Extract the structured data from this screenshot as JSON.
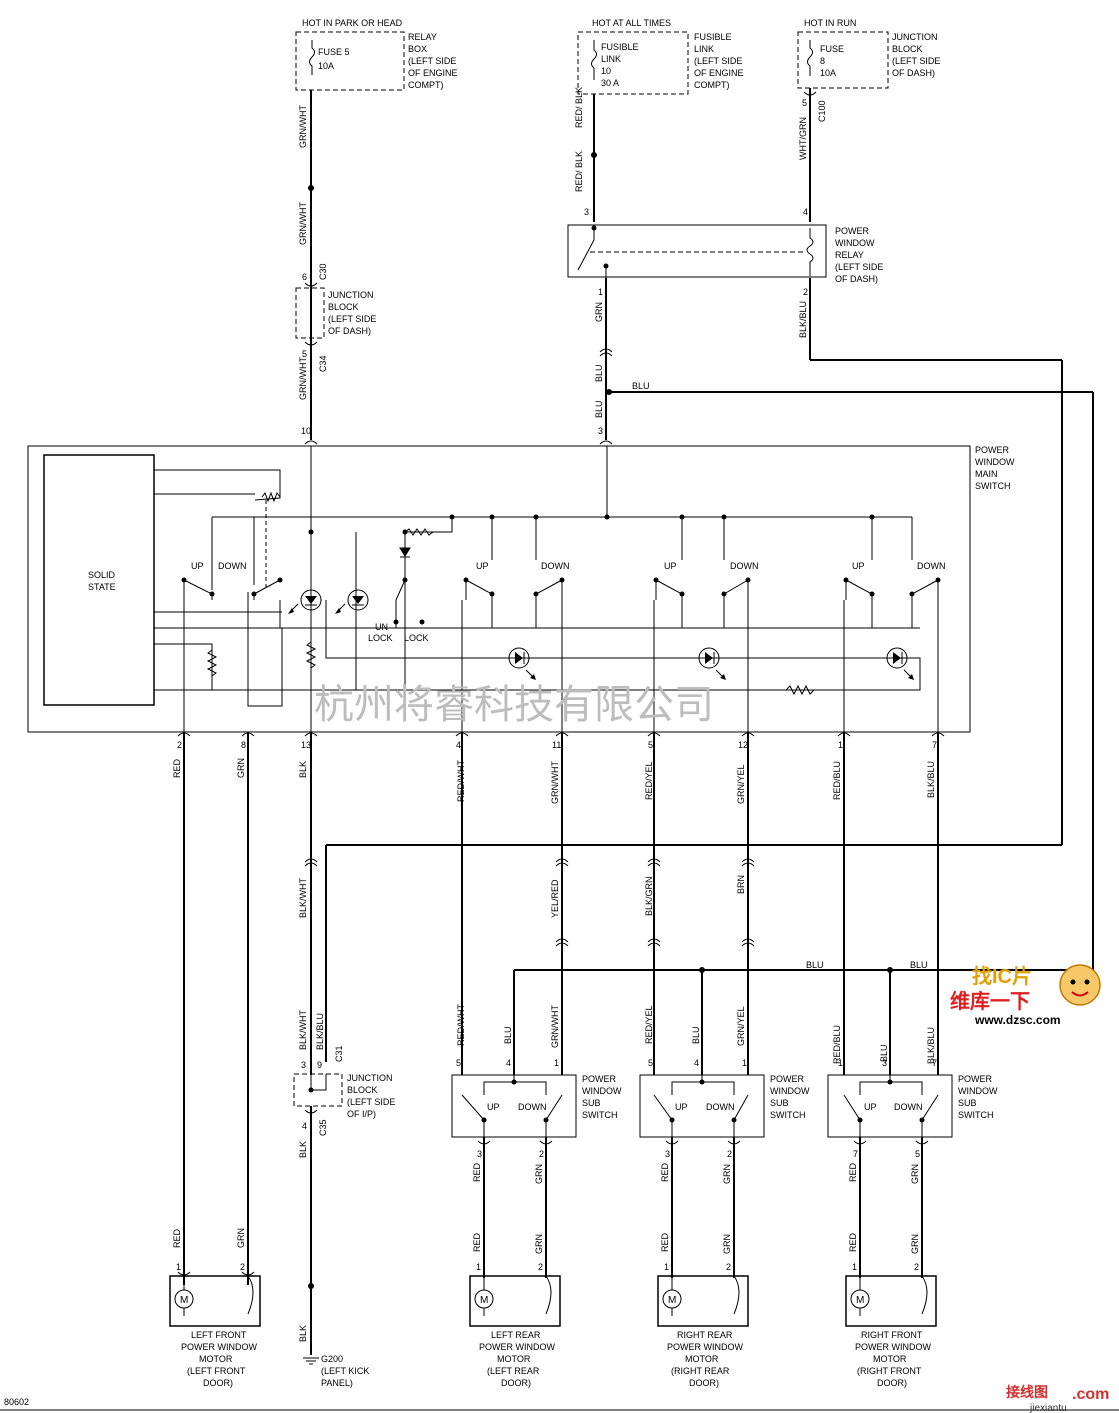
{
  "sources": {
    "park_head": "HOT IN PARK OR HEAD",
    "at_all_times": "HOT AT ALL TIMES",
    "in_run": "HOT IN RUN"
  },
  "fuses": {
    "fuse5": [
      "FUSE 5",
      "10A"
    ],
    "fusible": [
      "FUSIBLE",
      "LINK",
      "10",
      "30 A"
    ],
    "fuse8": [
      "FUSE",
      "8",
      "10A"
    ]
  },
  "locations": {
    "relay_box": [
      "RELAY",
      "BOX",
      "(LEFT SIDE",
      "OF ENGINE",
      "COMPT)"
    ],
    "fusible_loc": [
      "LINK",
      "(LEFT SIDE",
      "OF ENGINE",
      "COMPT)"
    ],
    "jb_dash_top": [
      "JUNCTION",
      "BLOCK",
      "(LEFT SIDE",
      "OF DASH)"
    ],
    "jb_dash_mid": [
      "JUNCTION",
      "BLOCK",
      "(LEFT SIDE",
      "OF DASH)"
    ],
    "relay": [
      "POWER",
      "WINDOW",
      "RELAY",
      "(LEFT SIDE",
      "OF DASH)"
    ],
    "main_switch": [
      "POWER",
      "WINDOW",
      "MAIN",
      "SWITCH"
    ],
    "jb_ip": [
      "JUNCTION",
      "BLOCK",
      "(LEFT SIDE",
      "OF I/P)"
    ],
    "sub_switch": [
      "POWER",
      "WINDOW",
      "SUB",
      "SWITCH"
    ]
  },
  "wires": {
    "grn_wht": "GRN/WHT",
    "red_blk": "RED/ BLK",
    "red_blk2": "RED/ BLK",
    "wht_grn": "WHT/GRN",
    "grn": "GRN",
    "blk_blu": "BLK/BLU",
    "blu": "BLU",
    "red": "RED",
    "blk": "BLK",
    "red_wht": "RED/WHT",
    "grn_wht2": "GRN/WHT",
    "red_yel": "RED/YEL",
    "grn_yel": "GRN/YEL",
    "red_blu": "RED/BLU",
    "blk_wht": "BLK/WHT",
    "yel_red": "YEL/RED",
    "blk_grn": "BLK/GRN",
    "brn": "BRN"
  },
  "connectors": {
    "c100": "C100",
    "c30": "C30",
    "c34": "C34",
    "c31": "C31",
    "c35": "C35"
  },
  "switch_labels": {
    "up": "UP",
    "down": "DOWN",
    "solid_state": [
      "SOLID",
      "STATE"
    ],
    "unlock": [
      "UN",
      "LOCK"
    ],
    "lock": "LOCK"
  },
  "motors": {
    "letter": "M",
    "left_front": [
      "LEFT FRONT",
      "POWER WINDOW",
      "MOTOR",
      "(LEFT FRONT",
      "DOOR)"
    ],
    "left_rear": [
      "LEFT REAR",
      "POWER WINDOW",
      "MOTOR",
      "(LEFT REAR",
      "DOOR)"
    ],
    "right_rear": [
      "RIGHT REAR",
      "POWER WINDOW",
      "MOTOR",
      "(RIGHT REAR",
      "DOOR)"
    ],
    "right_front": [
      "RIGHT FRONT",
      "POWER WINDOW",
      "MOTOR",
      "(RIGHT FRONT",
      "DOOR)"
    ]
  },
  "ground": {
    "id": "G200",
    "loc": [
      "(LEFT KICK",
      "PANEL)"
    ]
  },
  "figure_id": "80602",
  "watermarks": {
    "center": "杭州将睿科技有限公司",
    "logo_top": "找IC片",
    "logo_mid": "维库一下",
    "logo_url": "www.dzsc.com",
    "bottom": "接线图",
    "bottom_url": "jiexiantu",
    "bottom_com": ".com"
  }
}
